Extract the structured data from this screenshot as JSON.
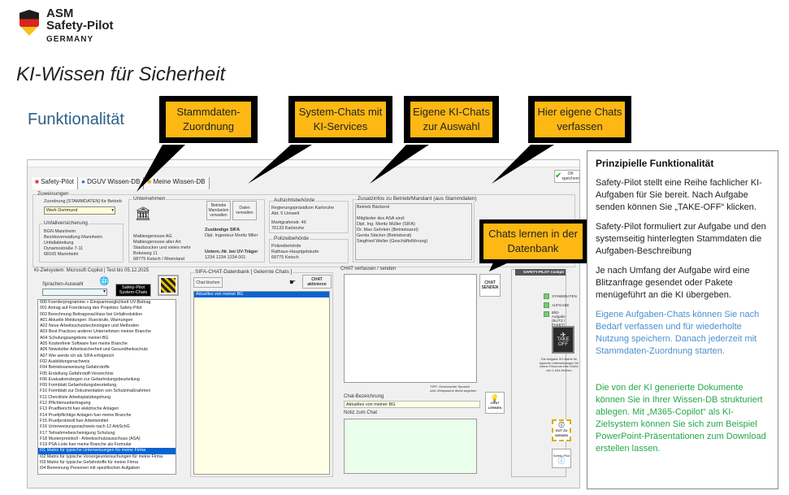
{
  "logo": {
    "line1": "ASM",
    "line2": "Safety-Pilot",
    "line3": "GERMANY"
  },
  "page_title": "KI-Wissen für Sicherheit",
  "section_title": "Funktionalität",
  "callouts": [
    "Stammdaten-Zuordnung",
    "System-Chats mit KI-Services",
    "Eigene KI-Chats zur Auswahl",
    "Hier eigene Chats verfassen",
    "Chats lernen in der Datenbank"
  ],
  "app": {
    "tabs": [
      "Safety-Pilot",
      "DGUV Wissen-DB",
      "Meine Wissen-DB"
    ],
    "ok_button": "OK speichern",
    "zuweisungen": {
      "label": "Zuweisungen",
      "assign_label": "Zuordnung [STAMMDATEN] für Betrieb",
      "betrieb": "Werk Dortmund"
    },
    "unfall": {
      "label": "Unfallversicherung",
      "lines": [
        "BGN Mannheim",
        "Bezirksverwaltung Mannheim",
        "Unfallabteilung",
        "Dynamostraße 7-11",
        "68165    Mannheim"
      ]
    },
    "unternehmen": {
      "label": "Unternehmen",
      "lines": [
        "Mattiesgenosse AG",
        "Mattiesgenosse aller Art",
        "Staubzucker und vieles mehr",
        "Bokeweg 11",
        "68775  Ketsch  / Rheinland"
      ],
      "btn1": "Betriebe Mandanten verwalten",
      "btn2": "Daten verwalten",
      "sifa_label": "Zuständige SIFA",
      "sifa": "Dipl. Ingenieur Moritz Mller",
      "unr_label": "Untern.-Nr. bei UV-Träger",
      "unr": "1234 1234 1234 001"
    },
    "aufsicht": {
      "label": "Aufsichtsbehörde",
      "lines": [
        "Regierungspräsidium Karlsruhe",
        "Abt. 5 Umwelt",
        "Markgrafenstr. 46",
        "76133   Karlsruhe"
      ]
    },
    "polizei": {
      "label": "Polizeibehörde",
      "lines": [
        "Polizeibehörde",
        "Rathaus-Hauptgebäude",
        "68775   Ketsch"
      ]
    },
    "zusatz": {
      "label": "Zusatzinfos zu Betrieb/Mandant (aus Stammdaten)",
      "lines": [
        "Betrieb Bäckerei",
        "",
        "Mitglieder des ASA sind:",
        "Dipl. Ing. Moritz Müller (SIFA)",
        "Dr. Max Gehrlein (Betriebsarzt)",
        "Gerda Stäcker (Betriebsrat)",
        "Siegfried Weller (Geschäftsführung)"
      ]
    },
    "ki_ziel": "KI-Zielsystem: Microsoft Copilot | Test bis 05.12.2025",
    "sprache_label": "Sprachen-Auswahl",
    "system_chats_btn": "Safety-Pilot System-Chats",
    "system_chats": [
      "000 Foerderprogramme + Einsparmoeglichkeit UV-Beitrag",
      "001 Antrag auf Foerderung des Projektes Safety-Pilot",
      "003 Berechnung Beitragsnachlass bei Unfallreduktion",
      "A01 Aktuelle Meldungen: Rueckrufe, Warnungen",
      "A02 Neue Arbeitsschutztechnologien und Methoden",
      "A03 Best Practices anderer Unternehmen meiner Branche",
      "A04 Schulungsangebote meiner BG",
      "A05 Kostenfreie Software fuer meine Branche",
      "A06 Newsletter Arbeitssicherheit und Gesundheitsschutz",
      "A07 Wie werde ich als SIFA erfolgreich",
      "F02 Ausbildungsnachweis",
      "F04 Betriebsanweisung Gefahrstoffe",
      "F05 Erstellung Gefahrstoff-Verzeichnis",
      "F06 Evaluationsbogen zur Gefaehrdungsbeurteilung",
      "F09 Formblatt Gefaehrdungsbeurteilung",
      "F10 Formblatt zur Dokumentation von Schutzmaßnahmen",
      "F11 Checkliste Arbeitsplatzbegehung",
      "F12 Pflichtenuebertragung",
      "F13 Pruefbericht fuer elektrische Anlagen",
      "F14 Pruefpflichtige Anlagen fuer meine Branche",
      "F15 Pruefprotokoll fuer Arbeitsmittel",
      "F16 Unterweisungsnachweis nach 12 ArbSchG",
      "F17 Teilnahmebescheinigung Schulung",
      "F18 Musterprotokoll - Arbeitsschutzausschuss (ASA)",
      "F19 PSA-Liste fuer meine Branche als Formular",
      "I01 Matrix für typische Unterweisungen für meine Firma",
      "I02 Matrix für typische  Vorsorgeuntersuchungen für meine Firma",
      "I03 Matrix für typische  Gefahrstoffe für meine Firma",
      "I04 Benennung Personen mit spezifischen Aufgaben"
    ],
    "selected_system_chat_index": 25,
    "sifa_db": {
      "label": "SIFA-CHAT-Datenbank [ Gelernte Chats ]",
      "delete_btn": "Chat löschen",
      "activate_btn": "CHAT aktivieren",
      "items": [
        "Aktuelles von meiner BG"
      ]
    },
    "chat_verfassen": {
      "label": "CHAT verfassen  / senden",
      "tip": "TIPP: Gewünschte Sprache oder Zielsprache direkt angeben",
      "bez_label": "Chat-Bezeichnung",
      "bez_value": "Aktuelles von meiner BG",
      "notiz_label": "Notiz zum Chat",
      "send_btn": "CHAT SENDEN",
      "learn_btn": "CHAT LERNEN"
    },
    "cockpit": {
      "label": "SAFETY-PILOT Cockpit",
      "leds": [
        "STAMMDATEN",
        "AUFGABE",
        "Blitz-Aufgabe (BLITZ / PAKET)"
      ],
      "takeoff": "TAKE OFF",
      "info": "Die Aufgabe I01 Matrix für typische Unterweisungen für meine Firma hat eine Größe von 1.644 Zeichen",
      "gut_btn": "GUT ZU WISSEN",
      "info_btn": "Safety-Pilot"
    }
  },
  "right_panel": {
    "title": "Prinzipielle Funktionalität",
    "p1": "Safety-Pilot stellt eine Reihe fachlicher KI-Aufgaben für Sie bereit. Nach Aufgabe senden können Sie „TAKE-OFF“ klicken.",
    "p2": "Safety-Pilot formuliert zur Aufgabe und den systemseitig hinterlegten Stammdaten die Aufgaben-Beschreibung",
    "p3": "Je nach Umfang der Aufgabe wird eine Blitzanfrage gesendet oder Pakete menügeführt an die KI übergeben.",
    "p4": "Eigene Aufgaben-Chats können Sie nach Bedarf verfassen und für wiederholte Nutzung speichern. Danach jederzeit mit Stammdaten-Zuordnung starten.",
    "p5": "Die von der KI generierte Dokumente können Sie in Ihrer Wissen-DB strukturiert ablegen. Mit „M365-Copilot“ als KI-Zielsystem können Sie sich zum Beispiel PowerPoint-Präsentationen zum Download erstellen lassen."
  },
  "colors": {
    "callout": "#fdb813",
    "blue_text": "#4a8fd0",
    "green_text": "#22a84a",
    "selection": "#0a64d0"
  }
}
